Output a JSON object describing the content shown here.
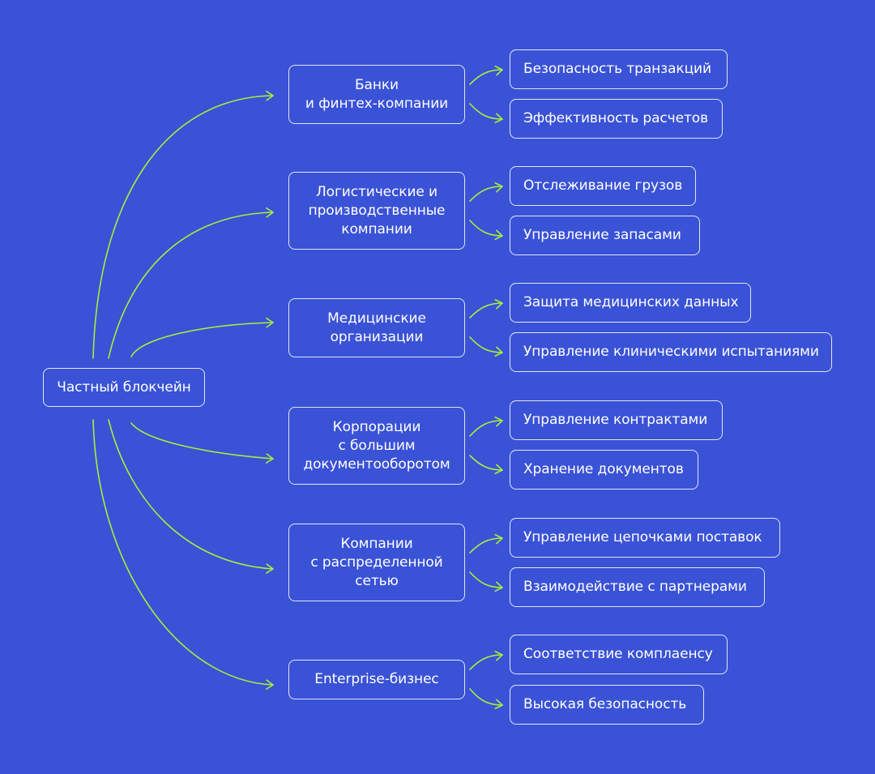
{
  "colors": {
    "background": "#3a52d6",
    "node_border": "#ffffff",
    "connector": "#a6ef3f",
    "text": "#ffffff"
  },
  "root": {
    "label": "Частный блокчейн"
  },
  "categories": [
    {
      "lines": [
        "Банки",
        "и финтех-компании"
      ],
      "items": [
        "Безопасность транзакций",
        "Эффективность расчетов"
      ]
    },
    {
      "lines": [
        "Логистические и",
        "производственные",
        "компании"
      ],
      "items": [
        "Отслеживание грузов",
        "Управление запасами"
      ]
    },
    {
      "lines": [
        "Медицинские",
        "организации"
      ],
      "items": [
        "Защита медицинских данных",
        "Управление клиническими испытаниями"
      ]
    },
    {
      "lines": [
        "Корпорации",
        "с большим",
        "документооборотом"
      ],
      "items": [
        "Управление контрактами",
        "Хранение документов"
      ]
    },
    {
      "lines": [
        "Компании",
        "с распределенной",
        "сетью"
      ],
      "items": [
        "Управление цепочками поставок",
        "Взаимодействие с партнерами"
      ]
    },
    {
      "lines": [
        "Enterprise-бизнес"
      ],
      "items": [
        "Соответствие комплаенсу",
        "Высокая безопасность"
      ]
    }
  ]
}
